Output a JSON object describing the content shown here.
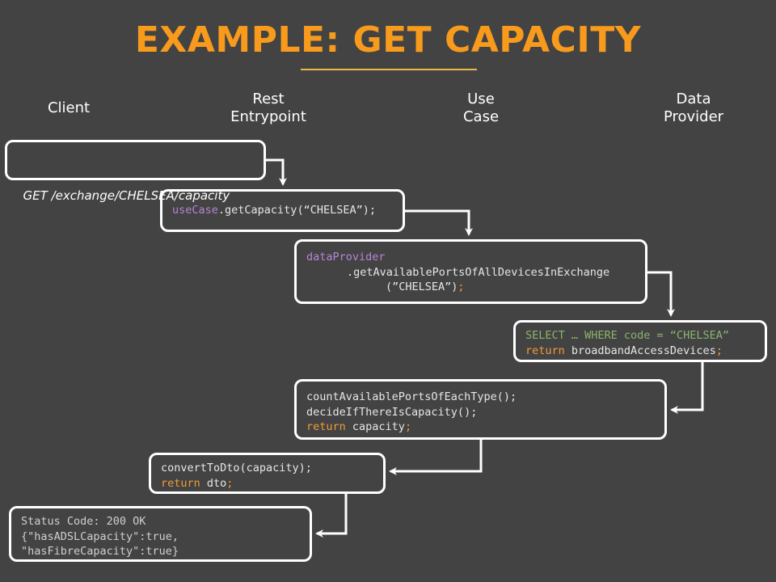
{
  "title": "EXAMPLE: GET CAPACITY",
  "columns": {
    "client": "Client",
    "rest": [
      "Rest",
      "Entrypoint"
    ],
    "usecase": [
      "Use",
      "Case"
    ],
    "provider": [
      "Data",
      "Provider"
    ]
  },
  "request": "GET /exchange/CHELSEA/capacity",
  "rest_call": {
    "obj": "useCase",
    "rest": ".getCapacity(“CHELSEA”);"
  },
  "usecase_call": {
    "obj": "dataProvider",
    "line2": ".getAvailablePortsOfAllDevicesInExchange",
    "line3_arg": "(”CHELSEA”)",
    "line3_semi": ";"
  },
  "provider": {
    "query": "SELECT … WHERE code = “CHELSEA”",
    "return_kw": "return",
    "return_val": " broadbandAccessDevices",
    "semi": ";"
  },
  "usecase_logic": {
    "line1": "countAvailablePortsOfEachType();",
    "line2": "decideIfThereIsCapacity();",
    "return_kw": "return",
    "return_val": " capacity",
    "semi": ";"
  },
  "rest_convert": {
    "line1": "convertToDto(capacity);",
    "return_kw": "return",
    "return_val": " dto",
    "semi": ";"
  },
  "response": {
    "line1": "Status Code: 200 OK",
    "line2": "{\"hasADSLCapacity\":true,",
    "line3": "\"hasFibreCapacity\":true}"
  },
  "colors": {
    "title": "#f89a1c",
    "background": "#434343",
    "keyword_purple": "#b685d6",
    "keyword_orange": "#f39b35",
    "sql_green": "#8ab46c"
  }
}
